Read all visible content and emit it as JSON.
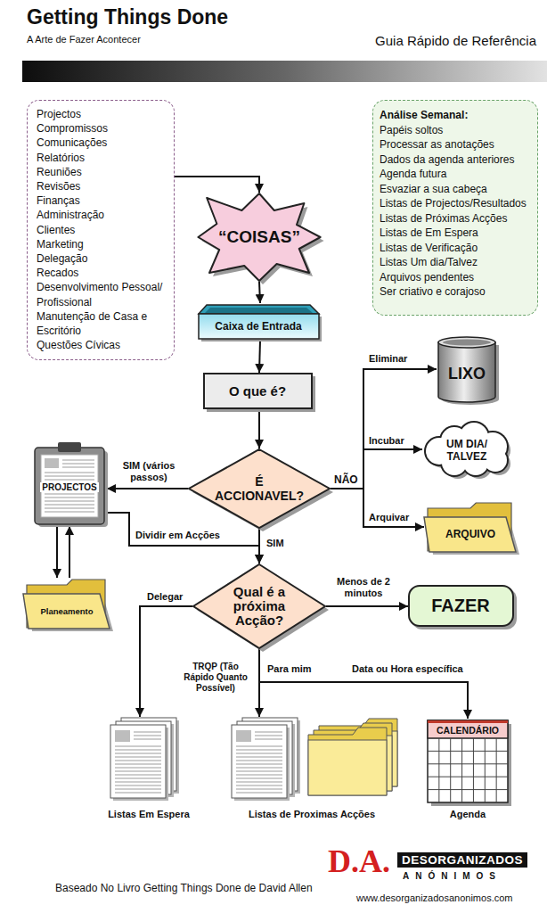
{
  "diagram": {
    "title": "Getting Things Done",
    "caption": "Baseado No Livro Getting Things Done de David Allen",
    "nodes": [
      {
        "text": [
          "Projectos",
          "Compromissos",
          "Comunicações",
          "Relatórios",
          "Reuniões",
          "Revisões",
          "Finanças",
          "Administração",
          "Clientes",
          "Marketing",
          "Delegação",
          "Recados",
          "Desenvolvimento Pessoal/ Profissional",
          "Manutenção de Casa e Escritório",
          "Questões Cívicas"
        ]
      },
      {
        "text": [
          "Análise Semanal:",
          "Papéis soltos",
          "Processar as anotações",
          "Dados da agenda anteriores",
          "Agenda futura",
          "Esvaziar a sua cabeça",
          "Listas de Projectos/Resultados",
          "Listas de Próximas Acções",
          "Listas de Em Espera",
          "Listas de Verificação",
          "Listas Um dia/Talvez",
          "Arquivos pendentes",
          "Ser criativo e corajoso"
        ]
      },
      {
        "text": [
          "“COISAS”"
        ]
      },
      {
        "text": [
          "Caixa de Entrada"
        ]
      },
      {
        "text": [
          "O que é?"
        ]
      },
      {
        "text": [
          "É ACCIONAVEL?"
        ]
      },
      {
        "text": [
          "LIXO"
        ]
      },
      {
        "text": [
          "UM DIA/ TALVEZ"
        ]
      },
      {
        "text": [
          "ARQUIVO"
        ]
      },
      {
        "text": [
          "PROJECTOS"
        ]
      },
      {
        "text": [
          "Planeamento"
        ]
      },
      {
        "text": [
          "Qual é a próxima Acção?"
        ]
      },
      {
        "text": [
          "FAZER"
        ]
      },
      {
        "text": [
          "Listas Em Espera"
        ]
      },
      {
        "text": [
          "Listas de Proximas Acções"
        ]
      },
      {
        "text": [
          "CALENDÁRIO",
          "Agenda"
        ]
      }
    ],
    "edges": [
      {
        "from": 0,
        "to": 2,
        "arrow": "to"
      },
      {
        "from": 2,
        "to": 3,
        "arrow": "to"
      },
      {
        "from": 3,
        "to": 4,
        "arrow": "to"
      },
      {
        "from": 4,
        "to": 5,
        "arrow": "to"
      },
      {
        "from": 5,
        "to": 6,
        "label": "Eliminar",
        "arrow": "to"
      },
      {
        "from": 5,
        "to": 7,
        "label": "Incubar",
        "arrow": "to"
      },
      {
        "from": 5,
        "to": 8,
        "label": "Arquivar",
        "arrow": "to"
      },
      {
        "from": 5,
        "to": 9,
        "label": "SIM (vários passos)",
        "arrow": "to"
      },
      {
        "from": 9,
        "to": 10,
        "arrow": "to"
      },
      {
        "from": 10,
        "to": 9,
        "arrow": "to"
      },
      {
        "from": 9,
        "to": 11,
        "label": "Dividir em Acções",
        "arrow": "to"
      },
      {
        "from": 5,
        "to": 11,
        "label": "SIM",
        "arrow": "to"
      },
      {
        "from": 11,
        "to": 12,
        "label": "Menos de 2 minutos",
        "arrow": "to"
      },
      {
        "from": 11,
        "to": 13,
        "label": "Delegar",
        "arrow": "to"
      },
      {
        "from": 11,
        "to": 14,
        "label": "TRQP (Tão Rápido Quanto Possível)",
        "arrow": "to"
      },
      {
        "from": 11,
        "to": 15,
        "label": "Data ou Hora específica",
        "arrow": "to"
      }
    ],
    "labels": [
      "A Arte de Fazer Acontecer",
      "Guia Rápido de Referência",
      "NÃO",
      "Para mim",
      "D.A.",
      "DESORGANIZADOS",
      "ANÓNIMOS",
      "www.desorganizadosanonimos.com"
    ]
  }
}
